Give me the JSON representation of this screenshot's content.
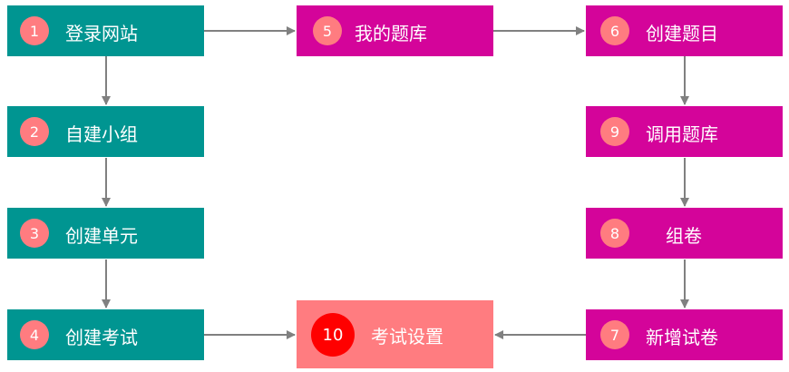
{
  "steps": {
    "s1": {
      "num": "1",
      "label": "登录网站"
    },
    "s2": {
      "num": "2",
      "label": "自建小组"
    },
    "s3": {
      "num": "3",
      "label": "创建单元"
    },
    "s4": {
      "num": "4",
      "label": "创建考试"
    },
    "s5": {
      "num": "5",
      "label": "我的题库"
    },
    "s6": {
      "num": "6",
      "label": "创建题目"
    },
    "s9": {
      "num": "9",
      "label": "调用题库"
    },
    "s8": {
      "num": "8",
      "label": "组卷"
    },
    "s7": {
      "num": "7",
      "label": "新增试卷"
    },
    "s10": {
      "num": "10",
      "label": "考试设置"
    }
  },
  "colors": {
    "teal": "#009591",
    "magenta": "#d4049a",
    "salmon": "#ff7c80",
    "red": "#ff0000",
    "arrow": "#808080"
  }
}
